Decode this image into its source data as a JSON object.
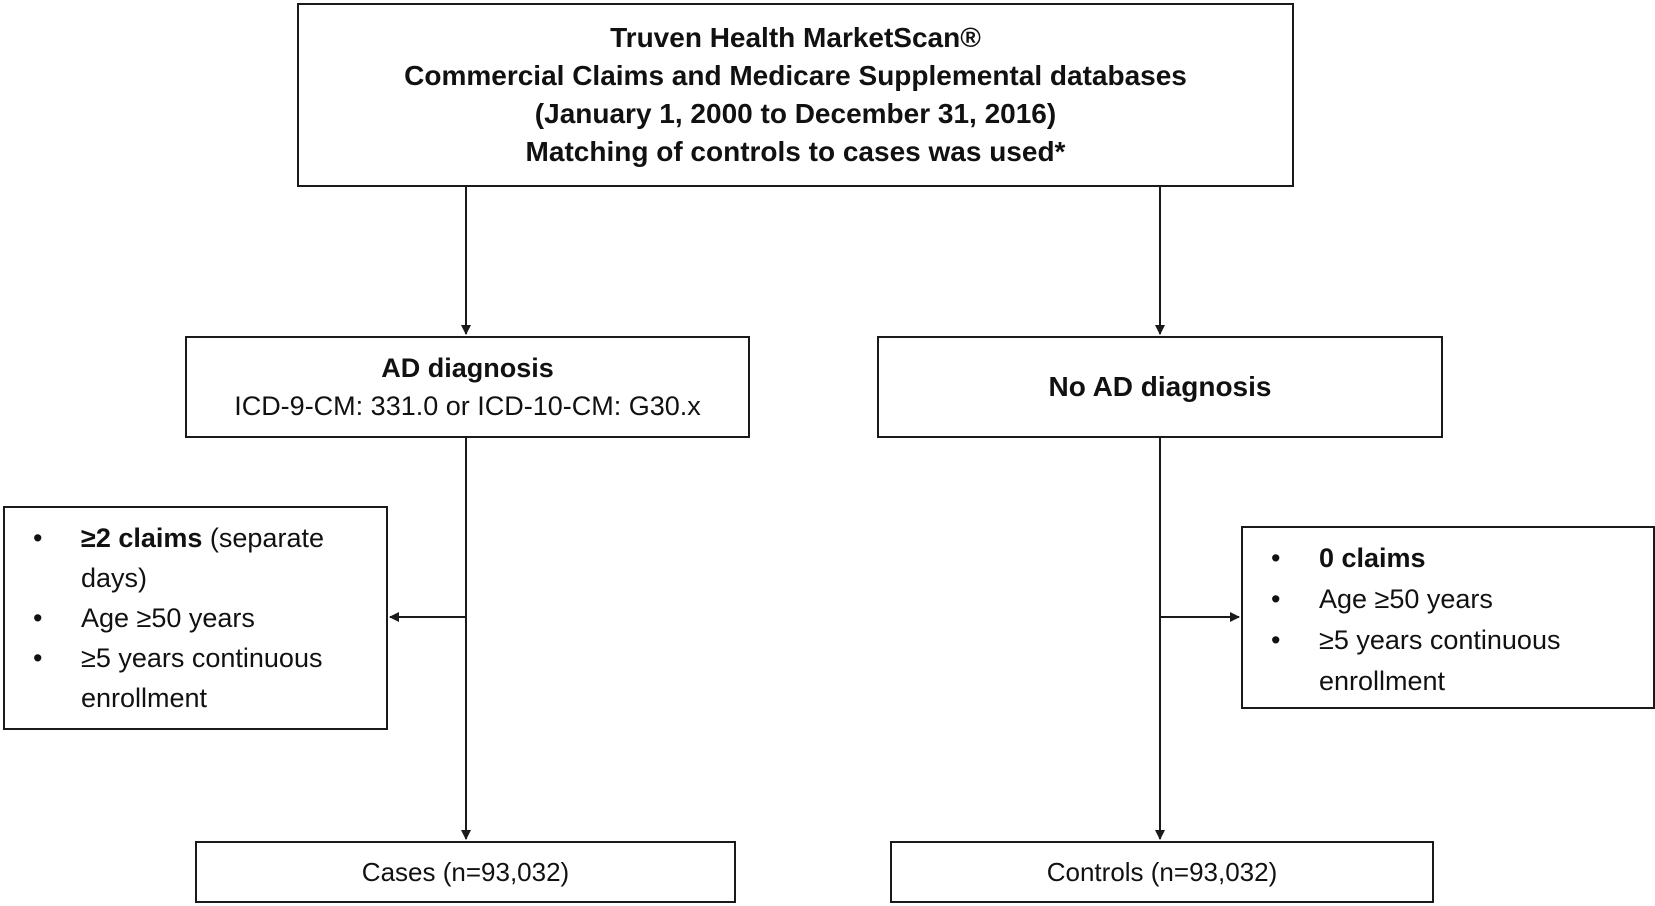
{
  "source_box": {
    "line1": "Truven Health MarketScan®",
    "line2": "Commercial Claims and Medicare Supplemental databases",
    "line3": "(January 1, 2000 to December 31, 2016)",
    "line4": "Matching of controls to cases was used*"
  },
  "ad_box": {
    "title": "AD diagnosis",
    "codes": "ICD-9-CM: 331.0 or ICD-10-CM: G30.x"
  },
  "no_ad_box": {
    "title": "No AD diagnosis"
  },
  "case_criteria": {
    "bullet": "•",
    "item1_bold": "≥2 claims",
    "item1_rest": " (separate days)",
    "item2": "Age ≥50 years",
    "item3": "≥5 years continuous enrollment"
  },
  "control_criteria": {
    "bullet": "•",
    "item1_bold": "0 claims",
    "item2": "Age ≥50 years",
    "item3": "≥5 years continuous enrollment"
  },
  "cases_box": {
    "label": "Cases (n=93,032)"
  },
  "controls_box": {
    "label": "Controls (n=93,032)"
  }
}
